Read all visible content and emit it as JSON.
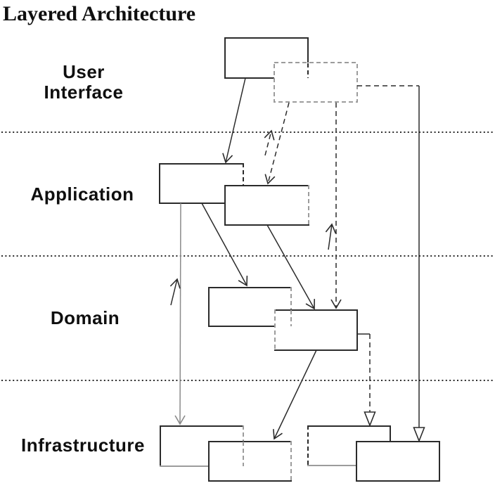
{
  "title": "Layered Architecture",
  "layers": [
    {
      "name": "User Interface",
      "label_line1": "User",
      "label_line2": "Interface",
      "box_count": 2
    },
    {
      "name": "Application",
      "label_line1": "Application",
      "box_count": 2
    },
    {
      "name": "Domain",
      "label_line1": "Domain",
      "box_count": 2
    },
    {
      "name": "Infrastructure",
      "label_line1": "Infrastructure",
      "box_count": 4
    }
  ],
  "colors": {
    "ink": "#2b2b2b",
    "gray_border": "#9c9c9c",
    "gray_line": "#8a8a8a",
    "background": "#ffffff",
    "text": "#0f0f0f"
  }
}
